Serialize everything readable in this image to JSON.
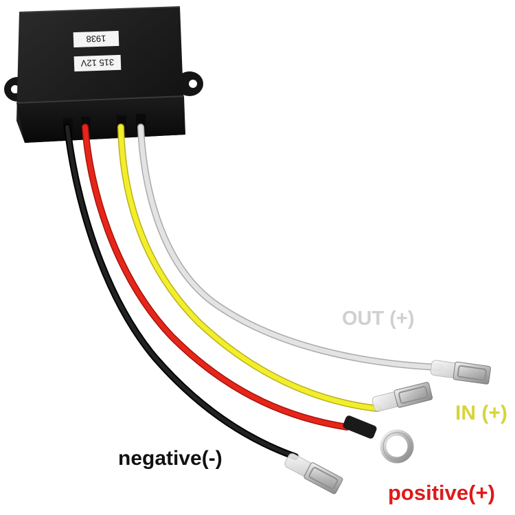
{
  "box": {
    "sticker_top": "1938",
    "sticker_bottom": "315 12V"
  },
  "labels": {
    "out": "OUT (+)",
    "in": "IN (+)",
    "negative": "negative(-)",
    "positive": "positive(+)"
  },
  "colors": {
    "out": "#d0d0d0",
    "in": "#d8d43a",
    "negative": "#111111",
    "positive": "#dd1a1a",
    "wire_black": "#111111",
    "wire_red": "#e0201a",
    "wire_yellow": "#f2ee2a",
    "wire_white": "#d9d9d9",
    "box": "#1a1a1a"
  }
}
